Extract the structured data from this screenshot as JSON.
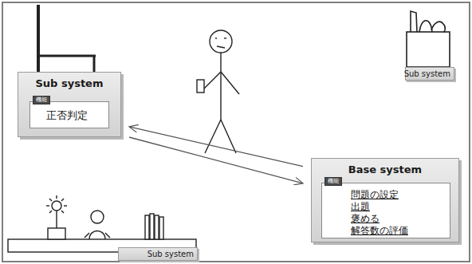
{
  "diagram": {
    "nodes": [
      {
        "text": [
          "Sub system"
        ]
      },
      {
        "text": [
          "機能",
          "正否判定"
        ],
        "in": 0
      },
      {
        "text": [
          "Sub system"
        ]
      },
      {
        "text": [
          "Base system"
        ]
      },
      {
        "text": [
          "機能",
          "問題の設定",
          "出題",
          "褒める",
          "解答数の評価"
        ],
        "in": 3
      },
      {
        "text": [
          "Sub system"
        ]
      }
    ],
    "edges": [
      {
        "from": 3,
        "to": 0,
        "arrow": "to"
      },
      {
        "from": 0,
        "to": 3,
        "arrow": "to"
      }
    ]
  }
}
